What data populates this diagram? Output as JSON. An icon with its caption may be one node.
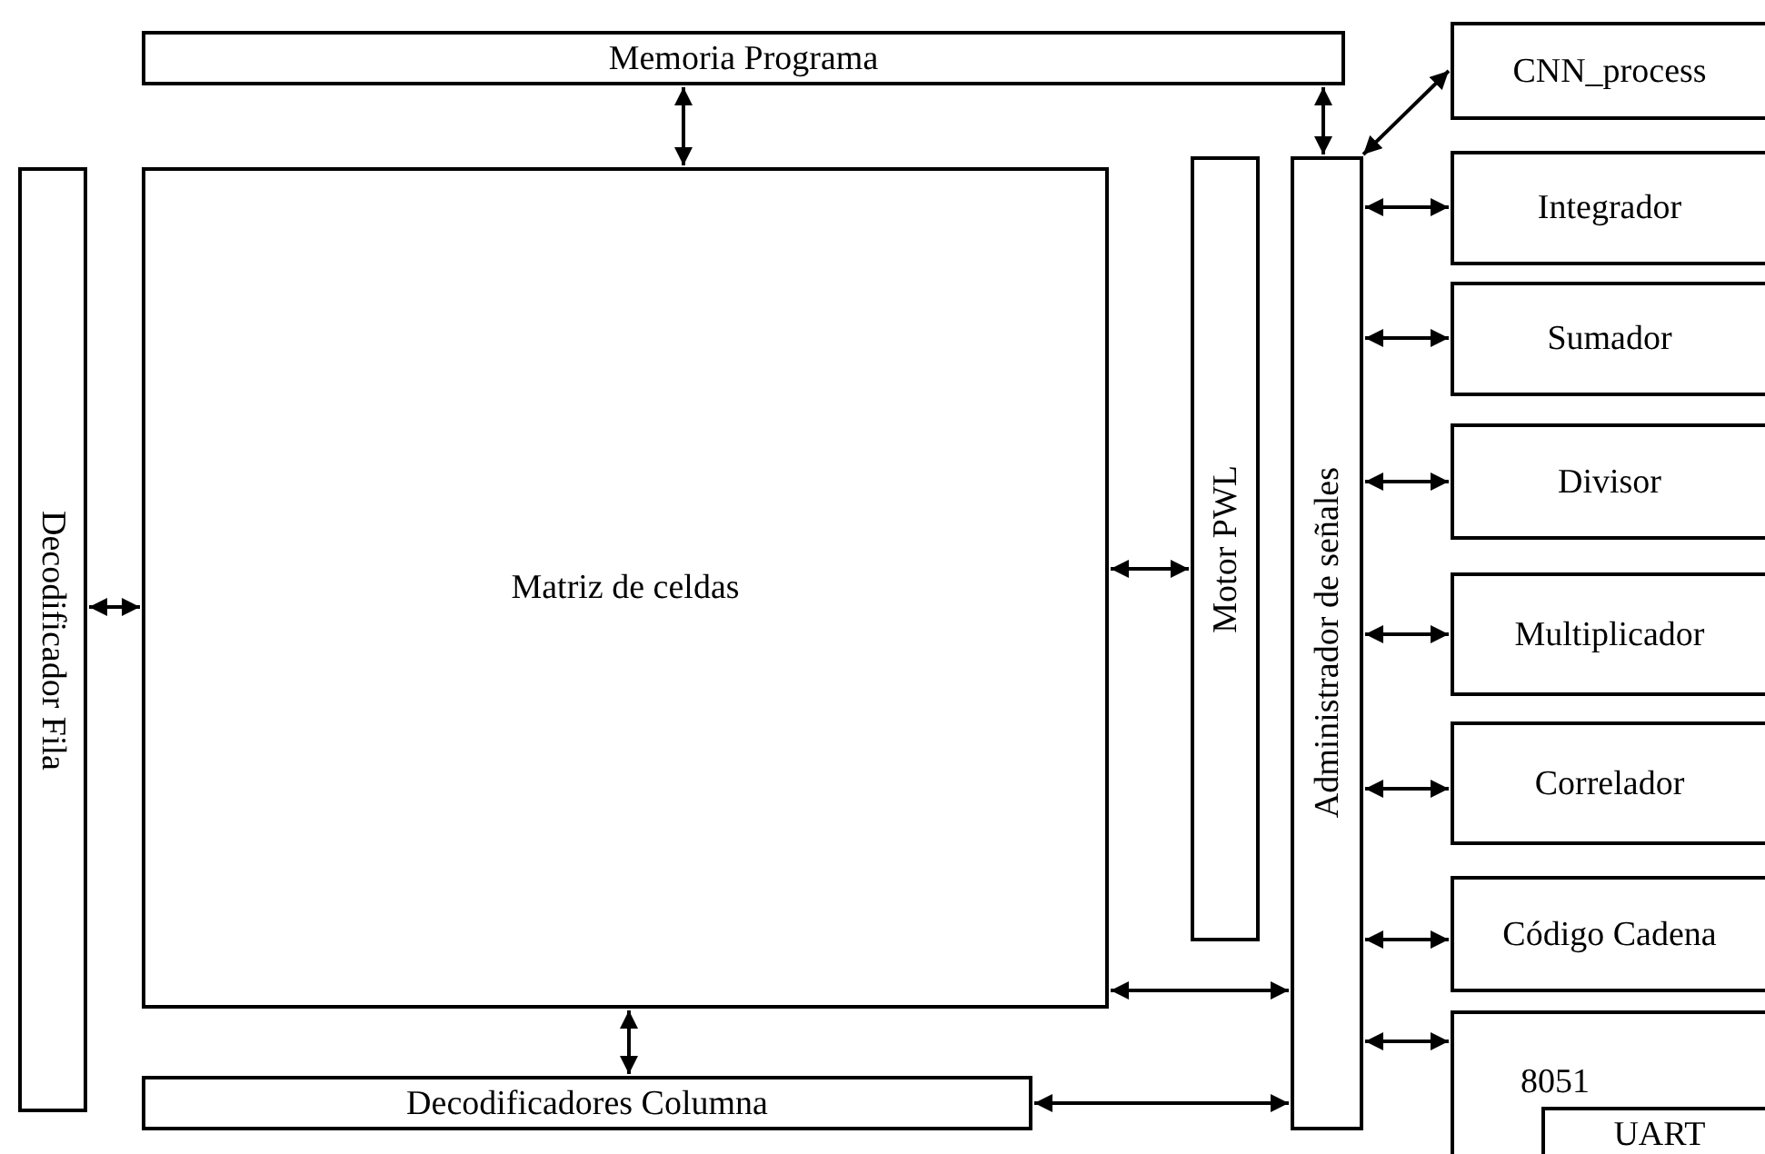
{
  "diagram": {
    "nodes": [
      {
        "text": [
          "Memoria Programa"
        ]
      },
      {
        "text": [
          "Decodificador Fila"
        ]
      },
      {
        "text": [
          "Matriz de celdas"
        ]
      },
      {
        "text": [
          "Motor PWL"
        ]
      },
      {
        "text": [
          "Administrador de señales"
        ]
      },
      {
        "text": [
          "CNN_process"
        ]
      },
      {
        "text": [
          "Integrador"
        ]
      },
      {
        "text": [
          "Sumador"
        ]
      },
      {
        "text": [
          "Divisor"
        ]
      },
      {
        "text": [
          "Multiplicador"
        ]
      },
      {
        "text": [
          "Correlador"
        ]
      },
      {
        "text": [
          "Código Cadena"
        ]
      },
      {
        "text": [
          "8051"
        ]
      },
      {
        "text": [
          "UART"
        ],
        "in": 12
      },
      {
        "text": [
          "Decodificadores Columna"
        ]
      }
    ],
    "edges": [
      {
        "from": 0,
        "to": 2,
        "arrow": "both"
      },
      {
        "from": 0,
        "to": 4,
        "arrow": "both"
      },
      {
        "from": 4,
        "to": 5,
        "arrow": "both"
      },
      {
        "from": 4,
        "to": 6,
        "arrow": "both"
      },
      {
        "from": 4,
        "to": 7,
        "arrow": "both"
      },
      {
        "from": 4,
        "to": 8,
        "arrow": "both"
      },
      {
        "from": 4,
        "to": 9,
        "arrow": "both"
      },
      {
        "from": 4,
        "to": 10,
        "arrow": "both"
      },
      {
        "from": 4,
        "to": 11,
        "arrow": "both"
      },
      {
        "from": 4,
        "to": 12,
        "arrow": "both"
      },
      {
        "from": 1,
        "to": 2,
        "arrow": "both"
      },
      {
        "from": 2,
        "to": 3,
        "arrow": "both"
      },
      {
        "from": 2,
        "to": 4,
        "arrow": "both"
      },
      {
        "from": 2,
        "to": 14,
        "arrow": "both"
      },
      {
        "from": 14,
        "to": 4,
        "arrow": "both"
      }
    ]
  }
}
